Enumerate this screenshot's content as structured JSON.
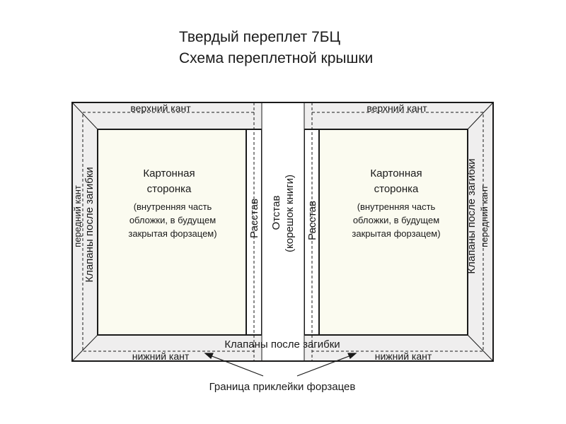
{
  "title": {
    "line1": "Твердый переплет 7БЦ",
    "line2": "Схема переплетной крышки"
  },
  "labels": {
    "top_edge": "верхний кант",
    "bottom_edge": "нижний кант",
    "fore_edge": "передний кант",
    "flaps_after_fold": "Клапаны после загибки",
    "board_title_1": "Картонная",
    "board_title_2": "сторонка",
    "board_note_1": "(внутренняя часть",
    "board_note_2": "обложки, в будущем",
    "board_note_3": "закрытая форзацем)",
    "joint": "Расстав",
    "spine_1": "Отстав",
    "spine_2": "(корешок книги)",
    "endpaper_boundary": "Граница приклейки форзацев"
  },
  "colors": {
    "outline": "#1a1a1a",
    "flap_fill": "#efeeee",
    "board_fill": "#fbfbf0",
    "paper": "#ffffff"
  }
}
